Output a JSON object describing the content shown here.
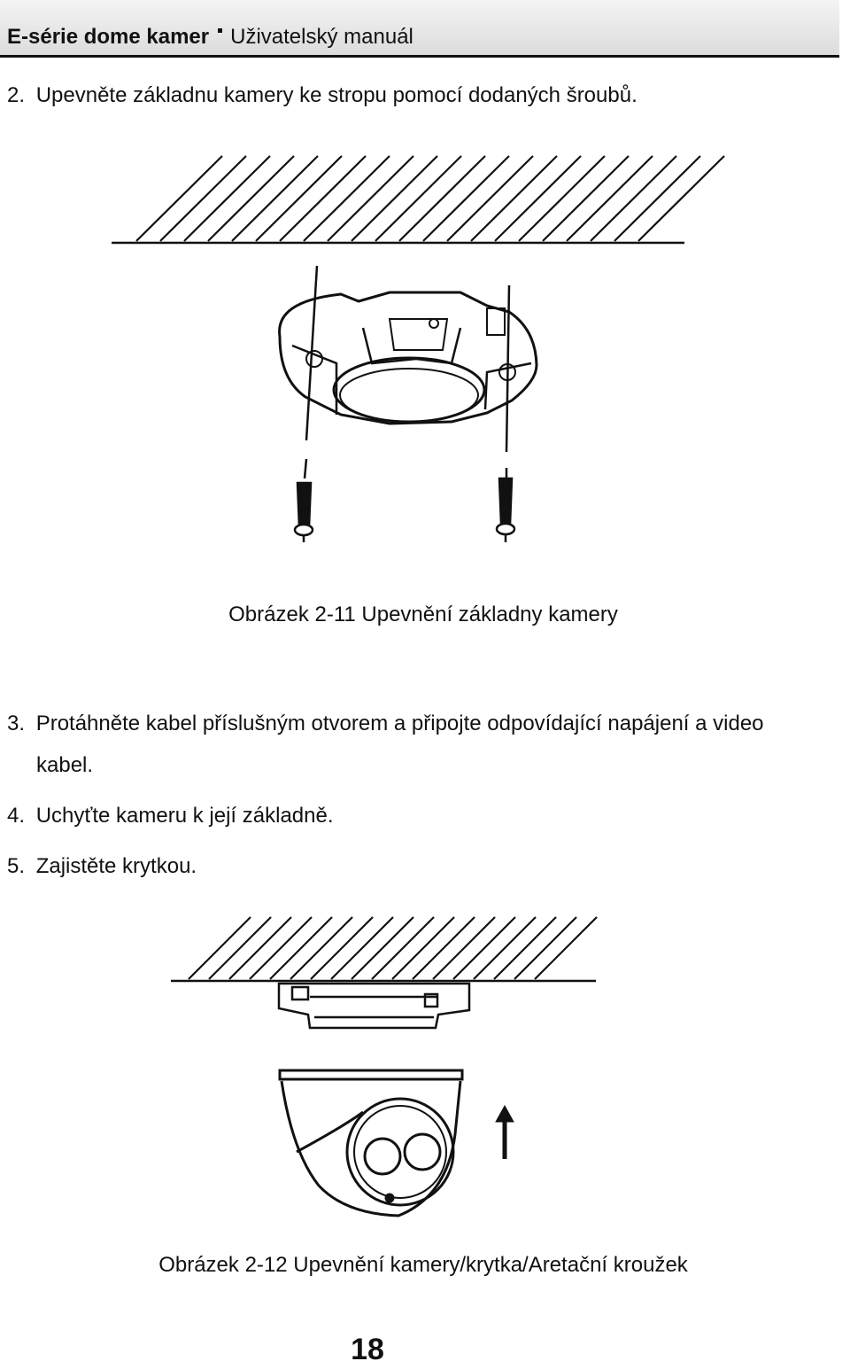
{
  "header": {
    "title_bold": "E-série dome kamer",
    "title_rest": "Uživatelský manuál"
  },
  "steps": [
    {
      "number": "2.",
      "text": "Upevněte základnu kamery ke stropu pomocí dodaných šroubů."
    },
    {
      "number": "3.",
      "text": "Protáhněte kabel příslušným otvorem a připojte odpovídající napájení a video",
      "text_cont": "kabel."
    },
    {
      "number": "4.",
      "text": "Uchyťte kameru k její základně."
    },
    {
      "number": "5.",
      "text": "Zajistěte krytkou."
    }
  ],
  "figures": [
    {
      "caption": "Obrázek 2-11 Upevnění základny kamery"
    },
    {
      "caption": "Obrázek 2-12 Upevnění kamery/krytka/Aretační kroužek"
    }
  ],
  "page_number": "18"
}
